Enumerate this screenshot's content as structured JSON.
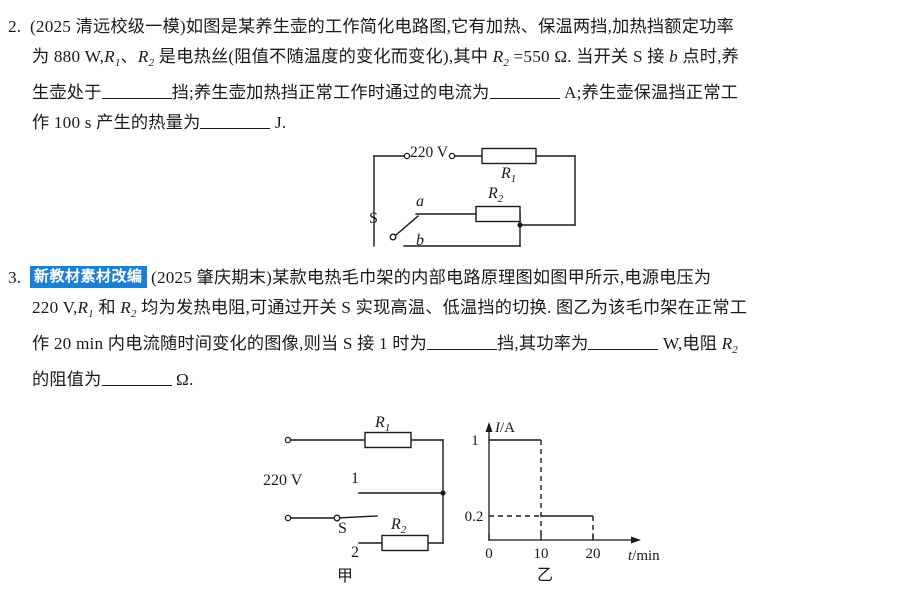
{
  "page": {
    "background": "#ffffff",
    "text_color": "#1a1a1a",
    "tag_color": "#1b7fd4"
  },
  "problem2": {
    "number": "2.",
    "line1": "(2025 清远校级一模)如图是某养生壶的工作简化电路图,它有加热、保温两挡,加热挡额定功率",
    "line2_a": "为 880 W,",
    "line2_r1": "R",
    "line2_r1sub": "1",
    "line2_b": "、",
    "line2_r2": "R",
    "line2_r2sub": "2",
    "line2_c": " 是电热丝(阻值不随温度的变化而变化),其中 ",
    "line2_r3": "R",
    "line2_r3sub": "2",
    "line2_d": " =550 Ω. 当开关 S 接 ",
    "line2_b_point": "b",
    "line2_e": " 点时,养",
    "line3_a": "生壶处于",
    "line3_b": "挡;养生壶加热挡正常工作时通过的电流为",
    "line3_c": " A;养生壶保温挡正常工",
    "line4_a": "作 100 s 产生的热量为",
    "line4_b": " J.",
    "circuit": {
      "source_label": "220 V",
      "r1_label": "R",
      "r1_sub": "1",
      "r2_label": "R",
      "r2_sub": "2",
      "switch_label": "S",
      "contact_a": "a",
      "contact_b": "b"
    }
  },
  "problem3": {
    "number": "3.",
    "tag": "新教材素材改编",
    "line1": "(2025 肇庆期末)某款电热毛巾架的内部电路原理图如图甲所示,电源电压为",
    "line2_a": "220 V,",
    "line2_r1": "R",
    "line2_r1sub": "1",
    "line2_b": " 和 ",
    "line2_r2": "R",
    "line2_r2sub": "2",
    "line2_c": " 均为发热电阻,可通过开关 S 实现高温、低温挡的切换. 图乙为该毛巾架在正常工",
    "line3_a": "作 20 min 内电流随时间变化的图像,则当 S 接 1 时为",
    "line3_b": "挡,其功率为",
    "line3_c": " W,电阻 ",
    "line3_r2": "R",
    "line3_r2sub": "2",
    "line4_a": "的阻值为",
    "line4_b": " Ω.",
    "circuit": {
      "caption": "甲",
      "source_label": "220 V",
      "r1_label": "R",
      "r1_sub": "1",
      "r2_label": "R",
      "r2_sub": "2",
      "switch_label": "S",
      "terminal_1": "1",
      "terminal_2": "2"
    },
    "graph": {
      "caption": "乙",
      "ylabel": "I/A",
      "xlabel": "t/min"
    }
  },
  "chart_data": {
    "type": "line",
    "title": "乙",
    "xlabel": "t/min",
    "ylabel": "I/A",
    "xlim": [
      0,
      24
    ],
    "ylim": [
      0,
      1.15
    ],
    "xticks": [
      0,
      10,
      20
    ],
    "xtick_labels": [
      "0",
      "10",
      "20"
    ],
    "yticks": [
      0.2,
      1
    ],
    "ytick_labels": [
      "0.2",
      "1"
    ],
    "grid": false,
    "legend": "none",
    "series": [
      {
        "name": "current",
        "style": "step",
        "points": [
          {
            "t": 0,
            "I": 1
          },
          {
            "t": 10,
            "I": 1
          },
          {
            "t": 10,
            "I": 0.2
          },
          {
            "t": 20,
            "I": 0.2
          }
        ]
      }
    ],
    "guides": [
      {
        "type": "vertical-dashed",
        "x": 10,
        "from_y": 0,
        "to_y": 1
      },
      {
        "type": "horizontal-dashed",
        "y": 0.2,
        "from_x": 0,
        "to_x": 10
      },
      {
        "type": "vertical-dashed",
        "x": 20,
        "from_y": 0,
        "to_y": 0.2
      }
    ]
  }
}
